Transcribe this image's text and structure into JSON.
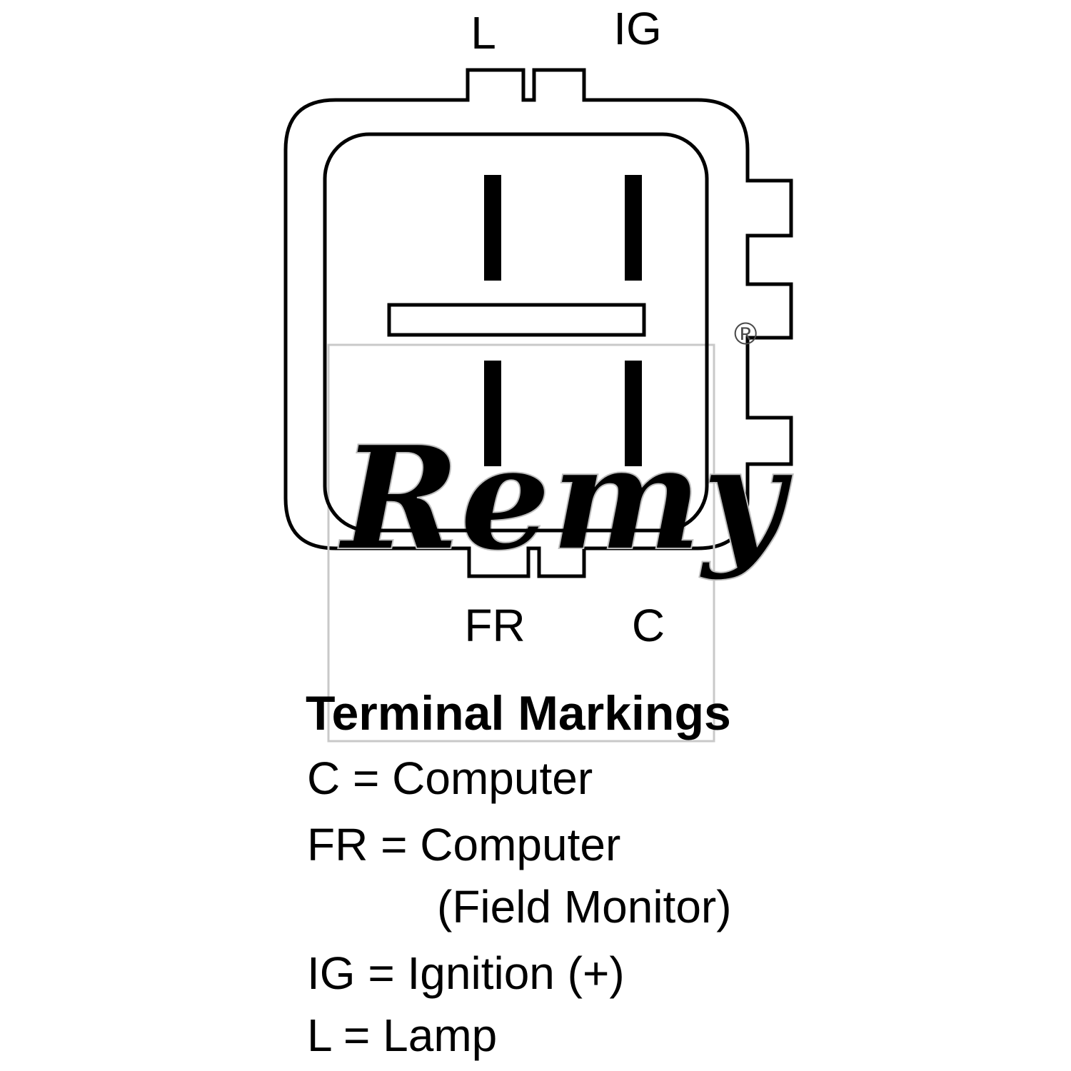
{
  "diagram": {
    "title": "Terminal Markings",
    "terminal_labels": {
      "l": "L",
      "ig": "IG",
      "fr": "FR",
      "c": "C"
    },
    "legend": [
      "C = Computer",
      "FR = Computer",
      "(Field Monitor)",
      "IG = Ignition (+)",
      "L = Lamp"
    ],
    "watermark": {
      "brand": "Remy",
      "registered_mark": "®"
    },
    "colors": {
      "line": "#000000",
      "fill": "#ffffff",
      "watermark": "#c9c9c9"
    }
  }
}
